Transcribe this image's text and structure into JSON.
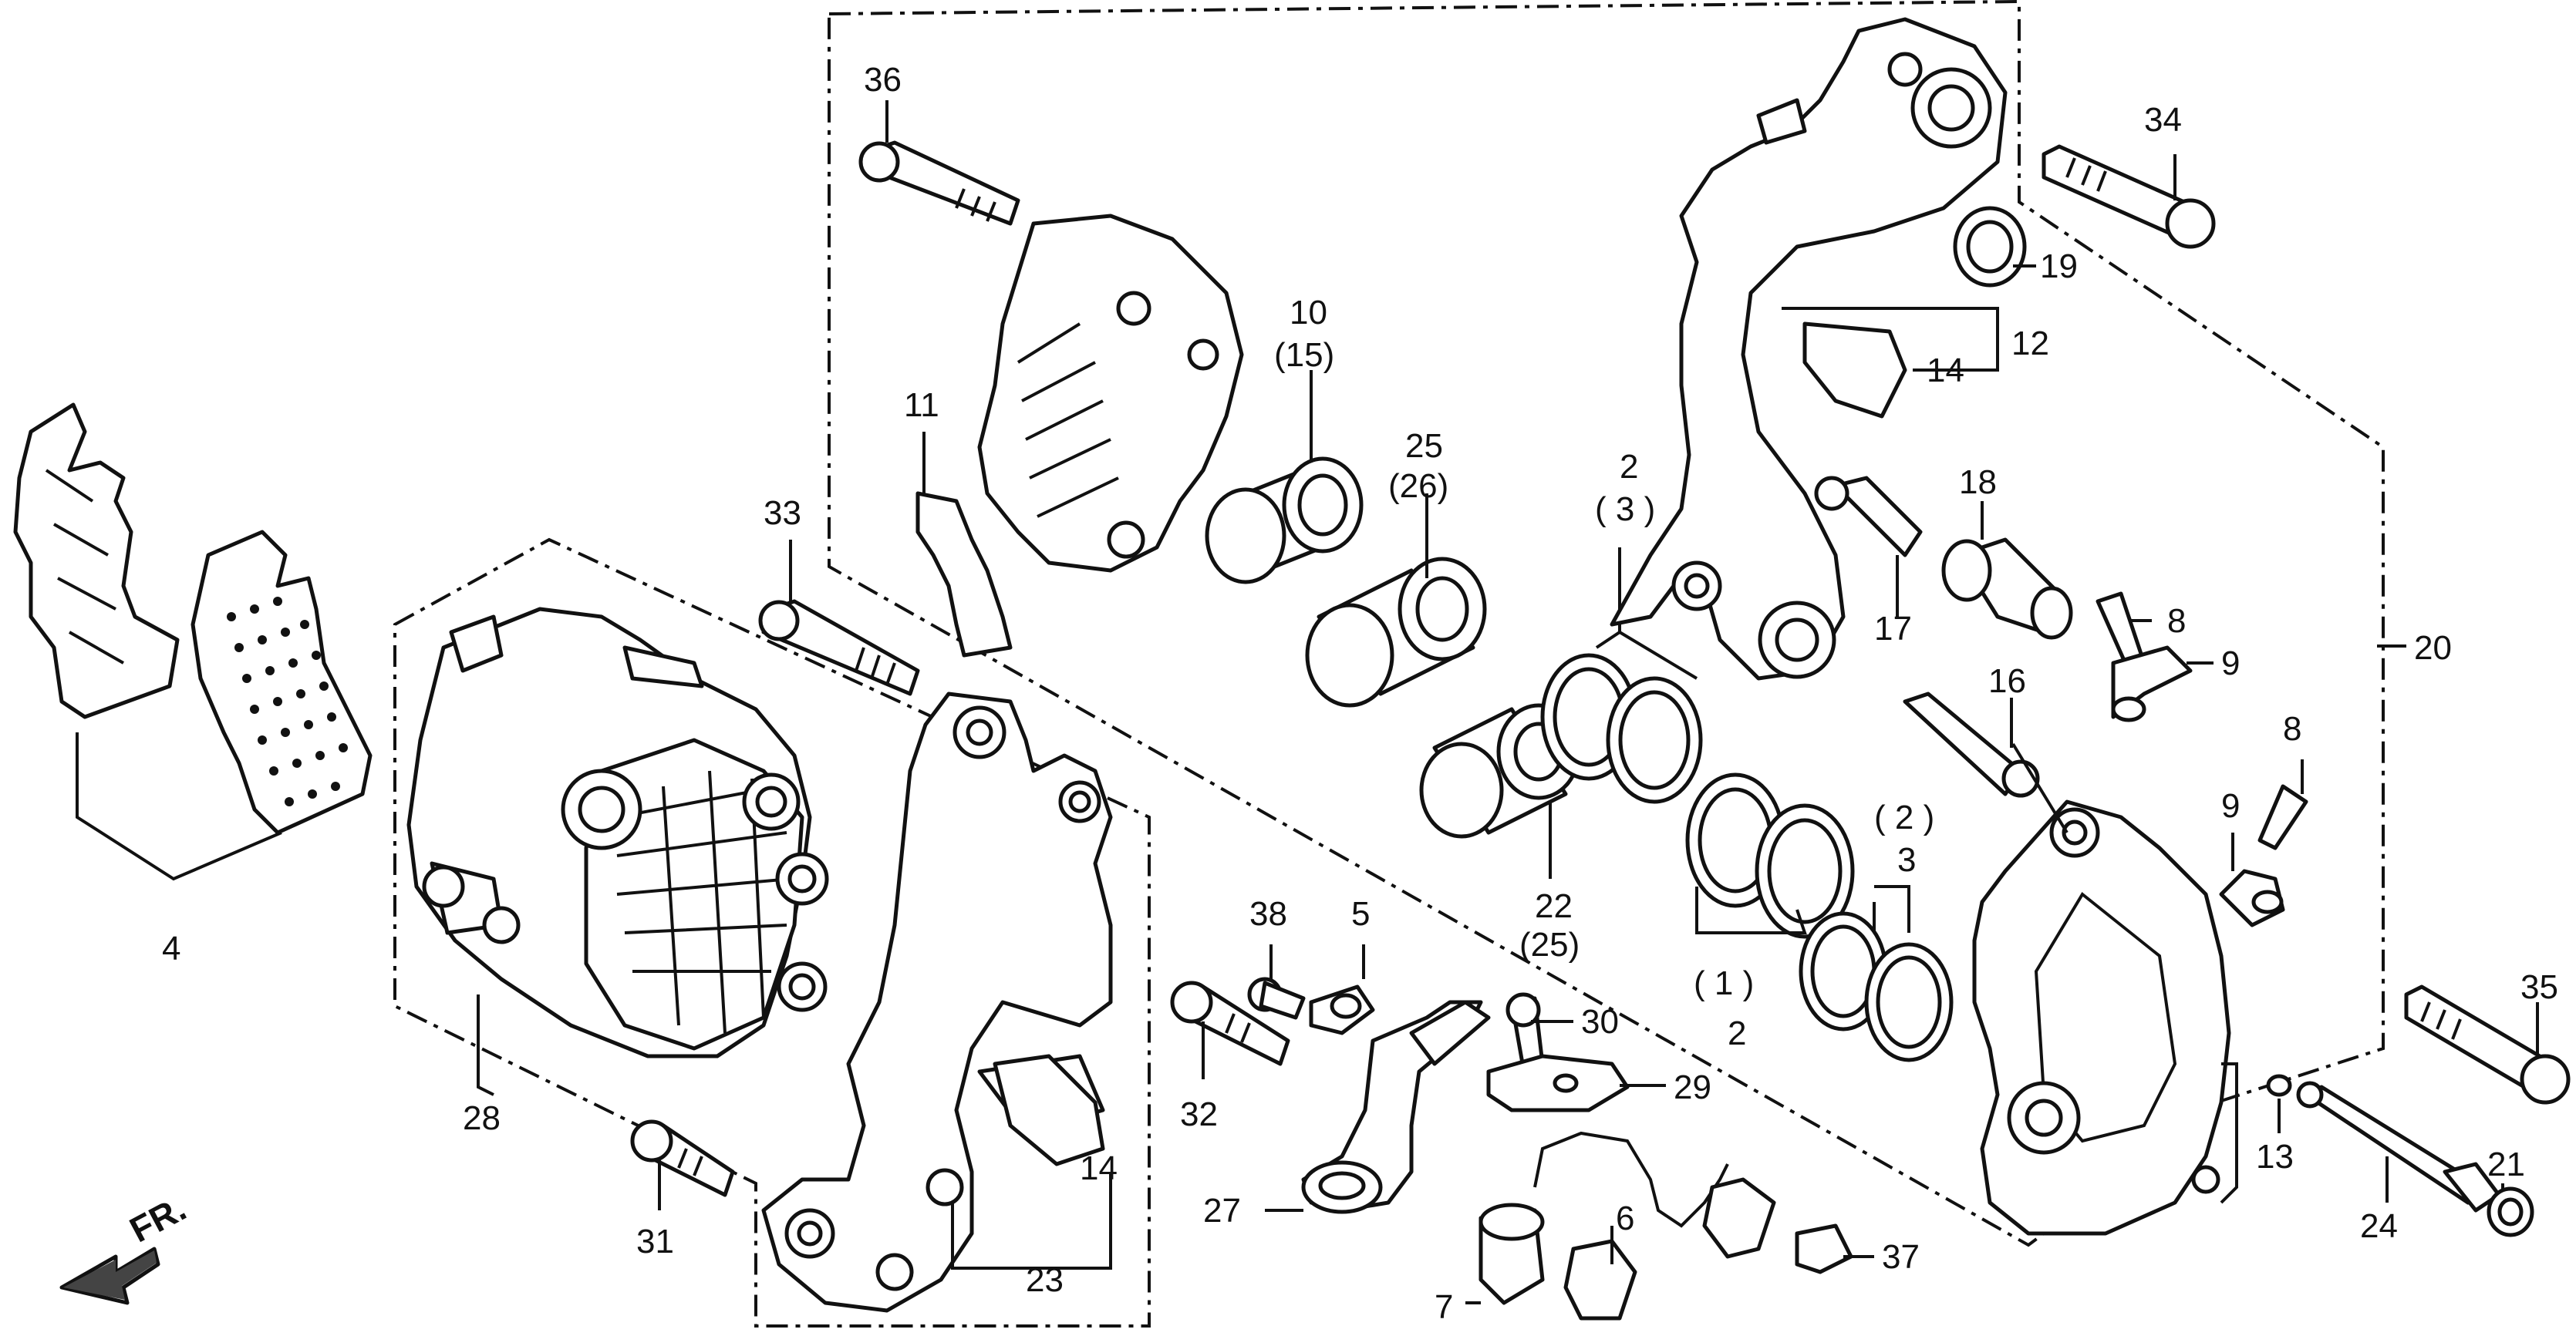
{
  "diagram": {
    "labels": {
      "l1": "( 1 )",
      "l2a": "2",
      "l2b": "2",
      "l3a": "( 3 )",
      "l3b": "3",
      "l2c": "( 2 )",
      "l4": "4",
      "l5": "5",
      "l6": "6",
      "l7": "7",
      "l8a": "8",
      "l8b": "8",
      "l9a": "9",
      "l9b": "9",
      "l10": "10",
      "l15": "(15)",
      "l11": "11",
      "l12": "12",
      "l13": "13",
      "l14a": "14",
      "l14b": "14",
      "l16": "16",
      "l17": "17",
      "l18": "18",
      "l19": "19",
      "l20": "20",
      "l21": "21",
      "l22": "22",
      "l25b": "(25)",
      "l23": "23",
      "l24": "24",
      "l25": "25",
      "l26": "(26)",
      "l27": "27",
      "l28": "28",
      "l29": "29",
      "l30": "30",
      "l31": "31",
      "l32": "32",
      "l33": "33",
      "l34": "34",
      "l35": "35",
      "l36": "36",
      "l37": "37",
      "l38": "38"
    },
    "direction": "FR."
  }
}
